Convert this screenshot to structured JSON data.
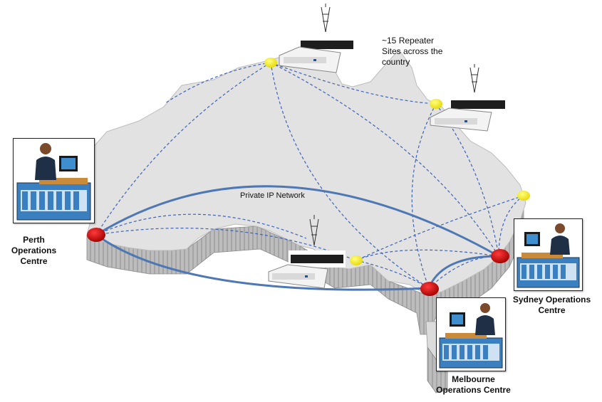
{
  "labels": {
    "repeater_sites": [
      "~15 Repeater",
      "Sites across the country"
    ],
    "network": "Private IP Network",
    "perth": [
      "Perth Operations",
      "Centre"
    ],
    "sydney": [
      "Sydney Operations",
      "Centre"
    ],
    "melbourne": [
      "Melbourne",
      "Operations Centre"
    ]
  },
  "nodes": {
    "operations_centres": [
      "Perth Operations Centre",
      "Sydney Operations Centre",
      "Melbourne Operations Centre"
    ],
    "repeater_count_label": "~15 Repeater Sites across the country"
  },
  "colors": {
    "land_top": "#e3e3e3",
    "land_side": "#b9b9b9",
    "dashed_link": "#3d63b8",
    "ip_link": "#4d78b5",
    "ops_node": "#c40000",
    "repeater_node": "#fff000"
  },
  "icons": [
    "operator-workstation-icon",
    "radio-repeater-icon",
    "radio-tower-icon"
  ]
}
